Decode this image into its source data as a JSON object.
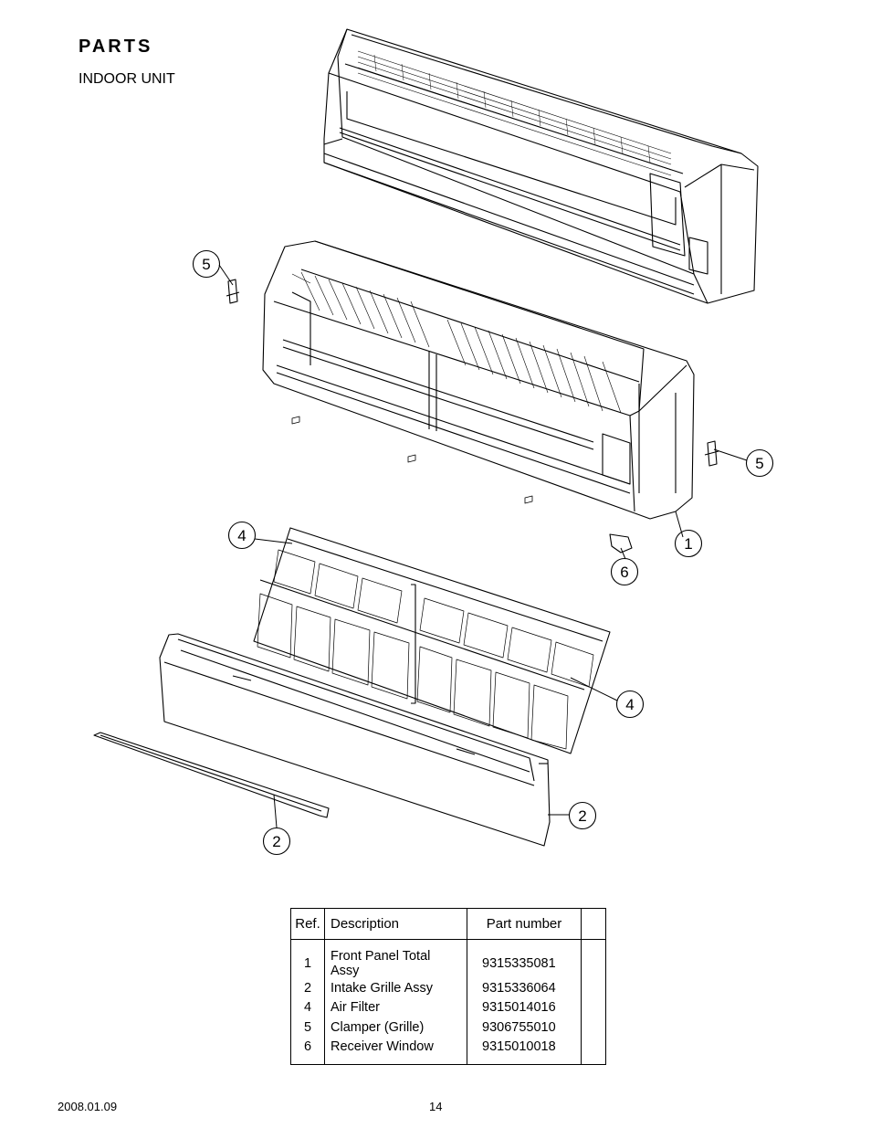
{
  "header": {
    "title": "PARTS",
    "subtitle": "INDOOR UNIT"
  },
  "callouts": [
    {
      "label": "5"
    },
    {
      "label": "5"
    },
    {
      "label": "4"
    },
    {
      "label": "1"
    },
    {
      "label": "6"
    },
    {
      "label": "4"
    },
    {
      "label": "2"
    },
    {
      "label": "2"
    }
  ],
  "table": {
    "headers": {
      "ref": "Ref.",
      "description": "Description",
      "part_number": "Part number",
      "extra": ""
    },
    "rows": [
      {
        "ref": "1",
        "description": "Front Panel Total Assy",
        "part_number": "9315335081"
      },
      {
        "ref": "2",
        "description": "Intake Grille Assy",
        "part_number": "9315336064"
      },
      {
        "ref": "4",
        "description": "Air Filter",
        "part_number": "9315014016"
      },
      {
        "ref": "5",
        "description": "Clamper (Grille)",
        "part_number": "9306755010"
      },
      {
        "ref": "6",
        "description": "Receiver Window",
        "part_number": "9315010018"
      }
    ]
  },
  "footer": {
    "date": "2008.01.09",
    "page": "14"
  }
}
